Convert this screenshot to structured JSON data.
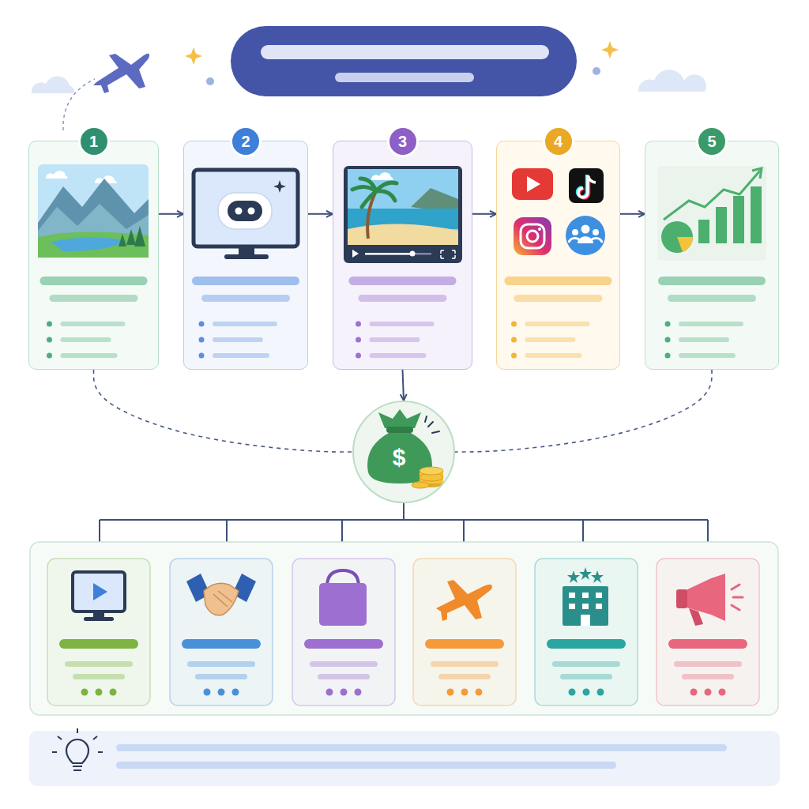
{
  "diagram": {
    "nodes": [
      {
        "text": [
          "1"
        ]
      },
      {
        "text": [
          "2"
        ]
      },
      {
        "text": [
          "3"
        ]
      },
      {
        "text": [
          "4"
        ]
      },
      {
        "text": [
          "5"
        ]
      },
      {
        "text": [
          "$"
        ]
      }
    ],
    "edges": [
      {
        "from": 0,
        "to": 1,
        "arrow": "to"
      },
      {
        "from": 1,
        "to": 2,
        "arrow": "to"
      },
      {
        "from": 2,
        "to": 3,
        "arrow": "to"
      },
      {
        "from": 3,
        "to": 4,
        "arrow": "to"
      },
      {
        "from": 2,
        "to": 5,
        "arrow": "to"
      },
      {
        "from": 0,
        "to": 5,
        "arrow": "none"
      },
      {
        "from": 4,
        "to": 5,
        "arrow": "none"
      }
    ]
  }
}
